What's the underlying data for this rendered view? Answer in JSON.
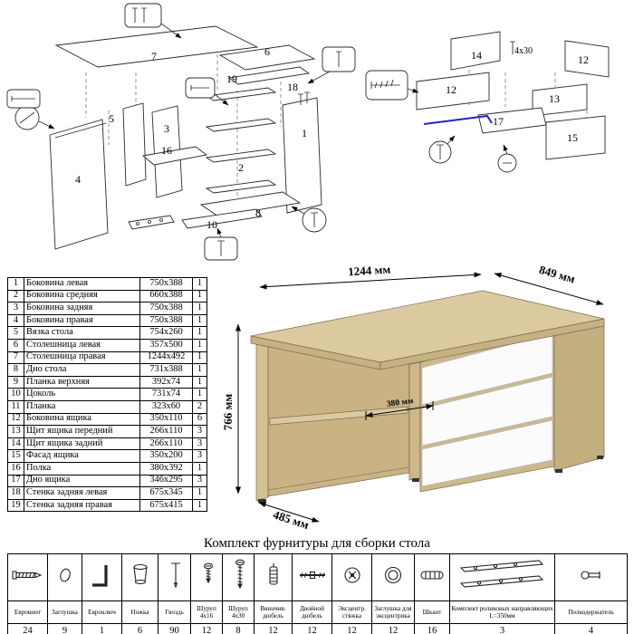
{
  "parts_table": {
    "rows": [
      {
        "num": "1",
        "name": "Боковина левая",
        "size": "750x388",
        "qty": "1"
      },
      {
        "num": "2",
        "name": "Боковина средняя",
        "size": "660x388",
        "qty": "1"
      },
      {
        "num": "3",
        "name": "Боковина задняя",
        "size": "750x388",
        "qty": "1"
      },
      {
        "num": "4",
        "name": "Боковина правая",
        "size": "750x388",
        "qty": "1"
      },
      {
        "num": "5",
        "name": "Вязка стола",
        "size": "754x260",
        "qty": "1"
      },
      {
        "num": "6",
        "name": "Столешница левая",
        "size": "357x500",
        "qty": "1"
      },
      {
        "num": "7",
        "name": "Столешница правая",
        "size": "1244x492",
        "qty": "1"
      },
      {
        "num": "8",
        "name": "Дно стола",
        "size": "731x388",
        "qty": "1"
      },
      {
        "num": "9",
        "name": "Планка верхняя",
        "size": "392x74",
        "qty": "1"
      },
      {
        "num": "10",
        "name": "Цоколь",
        "size": "731x74",
        "qty": "1"
      },
      {
        "num": "11",
        "name": "Планка",
        "size": "323x60",
        "qty": "2"
      },
      {
        "num": "12",
        "name": "Боковина ящика",
        "size": "350x110",
        "qty": "6"
      },
      {
        "num": "13",
        "name": "Щит ящика передний",
        "size": "266x110",
        "qty": "3"
      },
      {
        "num": "14",
        "name": "Щит ящика задний",
        "size": "266x110",
        "qty": "3"
      },
      {
        "num": "15",
        "name": "Фасад ящика",
        "size": "350x200",
        "qty": "3"
      },
      {
        "num": "16",
        "name": "Полка",
        "size": "380x392",
        "qty": "1"
      },
      {
        "num": "17",
        "name": "Дно ящика",
        "size": "346x295",
        "qty": "3"
      },
      {
        "num": "18",
        "name": "Стенка задняя левая",
        "size": "675x345",
        "qty": "1"
      },
      {
        "num": "19",
        "name": "Стенка задняя правая",
        "size": "675x415",
        "qty": "1"
      }
    ]
  },
  "desk_drawing": {
    "dim_width": "1244 мм",
    "dim_depth": "849 мм",
    "dim_height": "766 мм",
    "dim_shelf": "380 мм",
    "dim_left_depth": "485 мм"
  },
  "exploded_left": {
    "labels": {
      "n7": "7",
      "n6": "6",
      "n19": "19",
      "n18": "18",
      "n5": "5",
      "n3": "3",
      "n16": "16",
      "n2": "2",
      "n1": "1",
      "n10": "10",
      "n8": "8",
      "n4": "4"
    }
  },
  "exploded_right": {
    "labels": {
      "n14": "14",
      "n12a": "12",
      "n12b": "12",
      "n13": "13",
      "n17": "17",
      "n15": "15"
    },
    "screw_note": "4x30"
  },
  "hardware": {
    "title": "Комплект фурнитуры для сборки стола",
    "items": [
      {
        "label": "Евровинт",
        "qty": "24",
        "icon": "eurovint-icon"
      },
      {
        "label": "Заглушка",
        "qty": "9",
        "icon": "plug-icon"
      },
      {
        "label": "Евроключ",
        "qty": "1",
        "icon": "hexkey-icon"
      },
      {
        "label": "Ножка",
        "qty": "6",
        "icon": "leg-icon"
      },
      {
        "label": "Гвоздь",
        "qty": "90",
        "icon": "nail-icon"
      },
      {
        "label": "Шуруп 4x16",
        "qty": "12",
        "icon": "screw-4x16-icon"
      },
      {
        "label": "Шуруп 4x30",
        "qty": "8",
        "icon": "screw-4x30-icon"
      },
      {
        "label": "Ввинчив. дюбель",
        "qty": "12",
        "icon": "threaded-dowel-icon"
      },
      {
        "label": "Двойной дюбель",
        "qty": "12",
        "icon": "double-dowel-icon"
      },
      {
        "label": "Эксцентр. стяжка",
        "qty": "12",
        "icon": "cam-lock-icon"
      },
      {
        "label": "Заглушка для эксцентрика",
        "qty": "12",
        "icon": "cam-plug-icon"
      },
      {
        "label": "Шкант",
        "qty": "16",
        "icon": "wood-dowel-icon"
      },
      {
        "label": "Комплект роликовых направляющих L=350мм",
        "qty": "3",
        "icon": "drawer-slides-icon"
      },
      {
        "label": "Полкодержатель",
        "qty": "4",
        "icon": "shelf-pin-icon"
      }
    ]
  },
  "colors": {
    "oak": "#d7c69b",
    "oak_dark": "#c3ae7f",
    "oak_interior": "#c9b384",
    "drawer_white": "#fbfbfb",
    "accent_blue": "#2222cc"
  }
}
